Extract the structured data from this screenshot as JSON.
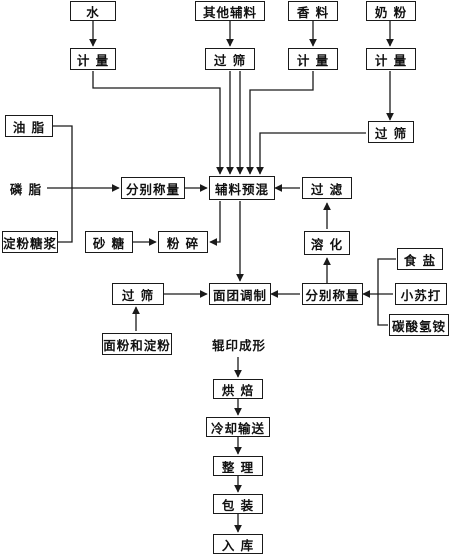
{
  "nodes": {
    "water": "水",
    "other_aux": "其他辅料",
    "flavor": "香 料",
    "milk_powder": "奶 粉",
    "meter_water": "计 量",
    "sieve_other": "过 筛",
    "meter_flavor": "计 量",
    "meter_milk": "计 量",
    "sieve_milk": "过 筛",
    "oil": "油 脂",
    "phospholipid": "磷 脂",
    "starch_syrup": "淀粉糖浆",
    "weigh_left": "分别称量",
    "premix": "辅料预混",
    "filter": "过 滤",
    "sugar": "砂 糖",
    "crush": "粉 碎",
    "dissolve": "溶 化",
    "salt": "食 盐",
    "sieve_flour": "过 筛",
    "dough": "面团调制",
    "weigh_right": "分别称量",
    "baking_soda": "小苏打",
    "ammonium_bicarb": "碳酸氢铵",
    "flour_starch": "面粉和淀粉",
    "rolling": "辊印成形",
    "baking": "烘 焙",
    "cooling": "冷却输送",
    "sorting": "整 理",
    "packing": "包 装",
    "storage": "入 库"
  }
}
